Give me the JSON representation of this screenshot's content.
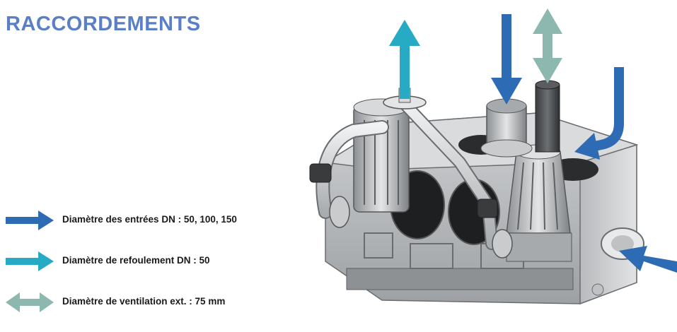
{
  "title": "RACCORDEMENTS",
  "colors": {
    "title": "#5b7fc7",
    "inlet_arrow": "#2e6bb5",
    "discharge_arrow": "#27aac4",
    "vent_arrow": "#8cb8b0"
  },
  "legend": {
    "items": [
      {
        "icon": "arrow-right-inlet-icon",
        "label": "Diamètre des entrées DN : 50, 100, 150"
      },
      {
        "icon": "arrow-right-discharge-icon",
        "label": "Diamètre de refoulement DN : 50"
      },
      {
        "icon": "arrow-bidirectional-vent-icon",
        "label": "Diamètre de ventilation ext. : 75 mm"
      }
    ]
  }
}
